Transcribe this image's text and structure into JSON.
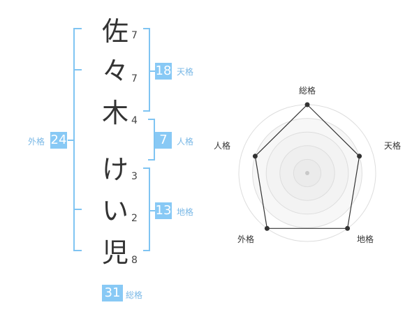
{
  "name_chars": [
    {
      "char": "佐",
      "strokes": "7"
    },
    {
      "char": "々",
      "strokes": "7"
    },
    {
      "char": "木",
      "strokes": "4"
    },
    {
      "char": "け",
      "strokes": "3"
    },
    {
      "char": "い",
      "strokes": "2"
    },
    {
      "char": "児",
      "strokes": "8"
    }
  ],
  "fortune": {
    "tenkaku": {
      "value": "18",
      "label": "天格"
    },
    "jinkaku": {
      "value": "7",
      "label": "人格"
    },
    "chikaku": {
      "value": "13",
      "label": "地格"
    },
    "gaikaku": {
      "value": "24",
      "label": "外格"
    },
    "soukaku": {
      "value": "31",
      "label": "総格"
    }
  },
  "radar": {
    "labels": {
      "soukaku": "総格",
      "tenkaku": "天格",
      "chikaku": "地格",
      "gaikaku": "外格",
      "jinkaku": "人格"
    },
    "levels": {
      "soukaku": 1.0,
      "tenkaku": 0.8,
      "chikaku": 1.0,
      "gaikaku": 1.0,
      "jinkaku": 0.8
    }
  },
  "colors": {
    "accent": "#88c9f5",
    "bracket": "#7fc4f2",
    "label": "#7ab8e6"
  }
}
